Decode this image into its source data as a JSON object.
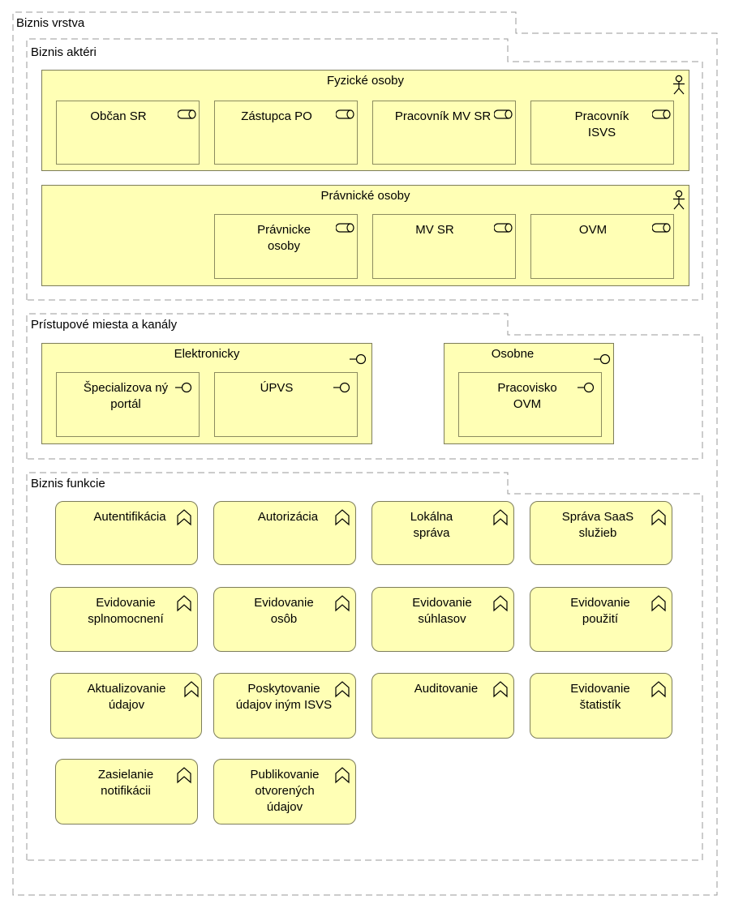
{
  "layer": {
    "title": "Biznis vrstva",
    "actors": {
      "title": "Biznis aktéri",
      "groups": [
        {
          "title": "Fyzické osoby",
          "icon": "actor-icon",
          "roles": [
            "Občan SR",
            "Zástupca PO",
            "Pracovník MV SR",
            "Pracovník ISVS"
          ]
        },
        {
          "title": "Právnické osoby",
          "icon": "actor-icon",
          "roles": [
            "Právnicke osoby",
            "MV SR",
            "OVM"
          ]
        }
      ],
      "role_icon": "role-icon"
    },
    "channels": {
      "title": "Prístupové miesta a kanály",
      "interface_icon": "interface-icon",
      "groups": [
        {
          "title": "Elektronicky",
          "items": [
            "Špecializova ný portál",
            "ÚPVS"
          ]
        },
        {
          "title": "Osobne",
          "items": [
            "Pracovisko OVM"
          ]
        }
      ]
    },
    "functions": {
      "title": "Biznis funkcie",
      "icon": "function-icon",
      "items": [
        "Autentifikácia",
        "Autorizácia",
        "Lokálna správa",
        "Správa SaaS služieb",
        "Evidovanie splnomocnení",
        "Evidovanie osôb",
        "Evidovanie súhlasov",
        "Evidovanie použití",
        "Aktualizovanie údajov",
        "Poskytovanie údajov iným ISVS",
        "Auditovanie",
        "Evidovanie štatistík",
        "Zasielanie notifikácii",
        "Publikovanie otvorených údajov"
      ]
    }
  },
  "colors": {
    "element_fill": "#ffffb5",
    "element_border": "#7d7d5a",
    "frame_dash": "#9a9a9a"
  }
}
